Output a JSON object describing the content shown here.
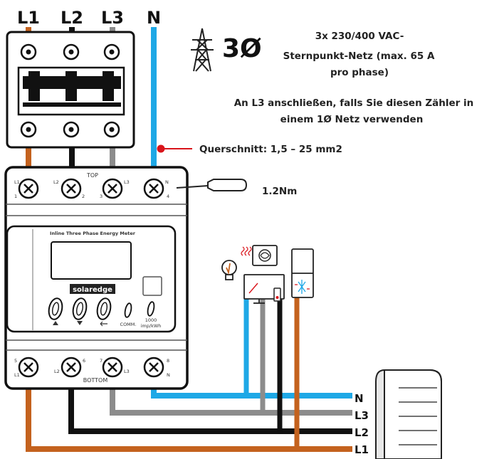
{
  "phase_labels": {
    "l1": "L1",
    "l2": "L2",
    "l3": "L3",
    "n": "N"
  },
  "network": {
    "symbol": "3Ø",
    "line1": "3x 230/400 VAC-",
    "line2": "Sternpunkt-Netz (max. 65 A",
    "line3": "pro phase)"
  },
  "single_phase_note": {
    "line1": "An L3 anschließen, falls Sie diesen Zähler in",
    "line2": "einem 1Ø  Netz verwenden"
  },
  "cross_section": "Querschnitt: 1,5 – 25 mm2",
  "torque": "1.2Nm",
  "meter": {
    "top_label": "TOP",
    "bottom_label": "BOTTOM",
    "title": "Inline Three Phase Energy Meter",
    "brand": "solaredge",
    "comm_label": "COMM.",
    "impulse_value": "1000",
    "impulse_unit": "imp/kWh",
    "top_terminals": [
      {
        "label": "L1",
        "number": "1"
      },
      {
        "label": "L2",
        "number": "2"
      },
      {
        "label": "L3",
        "number": "3"
      },
      {
        "label": "N",
        "number": "4"
      }
    ],
    "bottom_terminals": [
      {
        "label": "L1",
        "number": "5"
      },
      {
        "label": "L2",
        "number": "6"
      },
      {
        "label": "L3",
        "number": "7"
      },
      {
        "label": "N",
        "number": "8"
      }
    ]
  },
  "bus_labels": {
    "n": "N",
    "l3": "L3",
    "l2": "L2",
    "l1": "L1"
  },
  "colors": {
    "l1": "#c4621e",
    "l2": "#111111",
    "l3": "#8c8c8c",
    "n": "#1ea8e6",
    "accent_red": "#d9141b"
  },
  "icons": [
    "power-tower-icon",
    "screwdriver-icon",
    "light-bulb-icon",
    "heater-icon",
    "tv-icon",
    "fridge-icon",
    "inverter-icon"
  ]
}
